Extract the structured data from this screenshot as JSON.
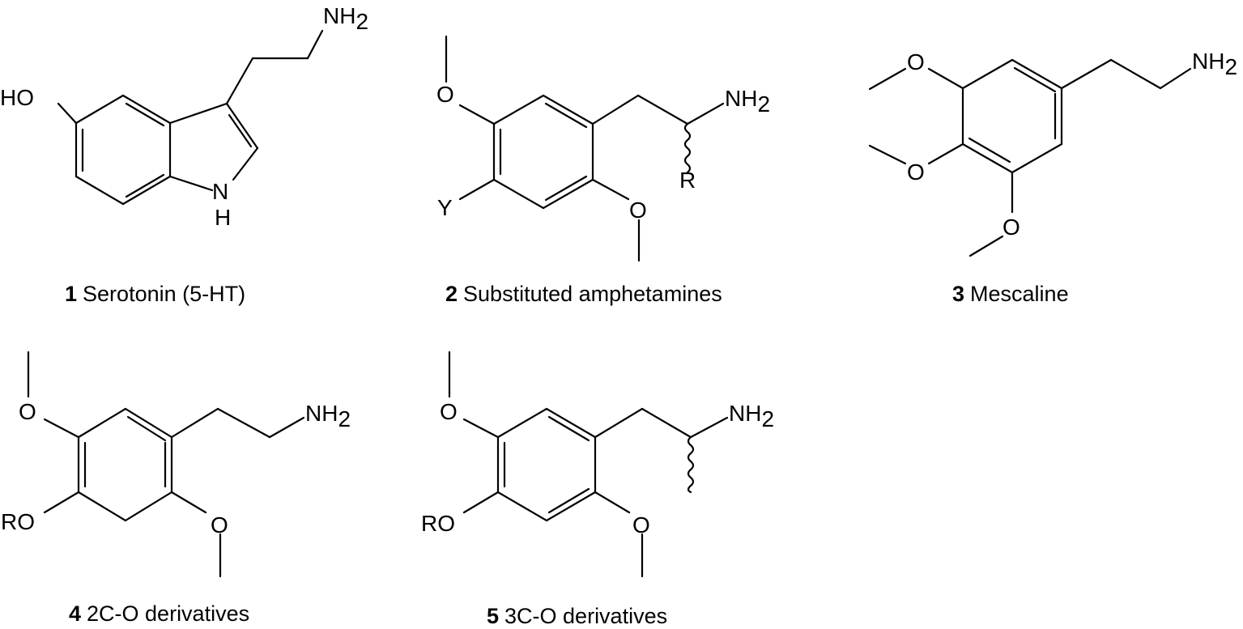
{
  "compounds": [
    {
      "number": "1",
      "name": "Serotonin (5-HT)",
      "labels": {
        "oh": "HO",
        "amine": "NH",
        "amine_sub": "2",
        "nh": "N",
        "nh_h": "H"
      }
    },
    {
      "number": "2",
      "name": "Substituted amphetamines",
      "labels": {
        "o1": "O",
        "o2": "O",
        "amine": "NH",
        "amine_sub": "2",
        "r": "R",
        "y": "Y"
      }
    },
    {
      "number": "3",
      "name": "Mescaline",
      "labels": {
        "o1": "O",
        "o2": "O",
        "o3": "O",
        "amine": "NH",
        "amine_sub": "2"
      }
    },
    {
      "number": "4",
      "name": "2C-O derivatives",
      "labels": {
        "o1": "O",
        "o2": "O",
        "ro": "RO",
        "amine": "NH",
        "amine_sub": "2"
      }
    },
    {
      "number": "5",
      "name": "3C-O derivatives",
      "labels": {
        "o1": "O",
        "o2": "O",
        "ro": "RO",
        "amine": "NH",
        "amine_sub": "2"
      }
    }
  ]
}
